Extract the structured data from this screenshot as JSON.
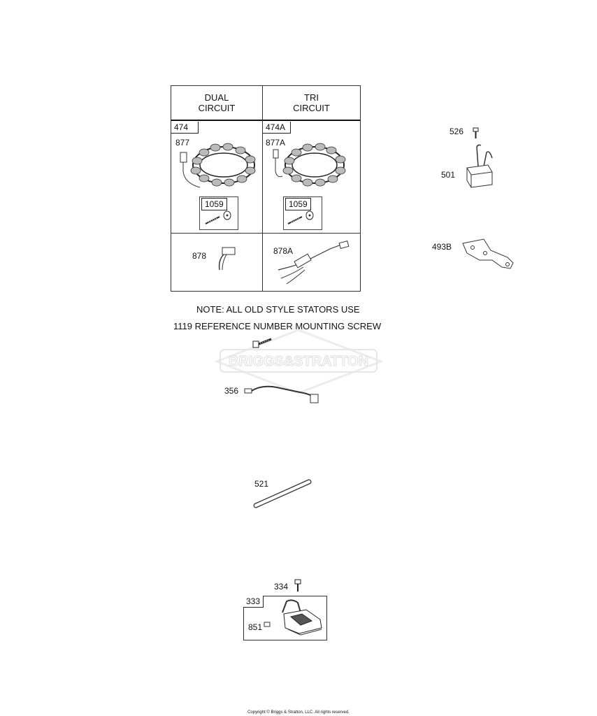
{
  "table": {
    "col_left_header": "DUAL\nCIRCUIT",
    "col_right_header": "TRI\nCIRCUIT",
    "left_kit": "474",
    "right_kit": "474A",
    "left_harness": "877",
    "right_harness": "877A",
    "left_screw_kit": "1059",
    "right_screw_kit": "1059",
    "left_connector": "878",
    "right_connector": "878A"
  },
  "parts": {
    "p526": "526",
    "p501": "501",
    "p493b": "493B",
    "p356": "356",
    "p521": "521",
    "p334": "334",
    "p333": "333",
    "p851": "851"
  },
  "note": {
    "line1": "NOTE: ALL OLD STYLE STATORS USE",
    "line2": "1119 REFERENCE NUMBER MOUNTING SCREW"
  },
  "watermark": "BRIGGS&STRATTON",
  "copyright": "Copyright © Briggs & Stratton, LLC. All rights reserved."
}
